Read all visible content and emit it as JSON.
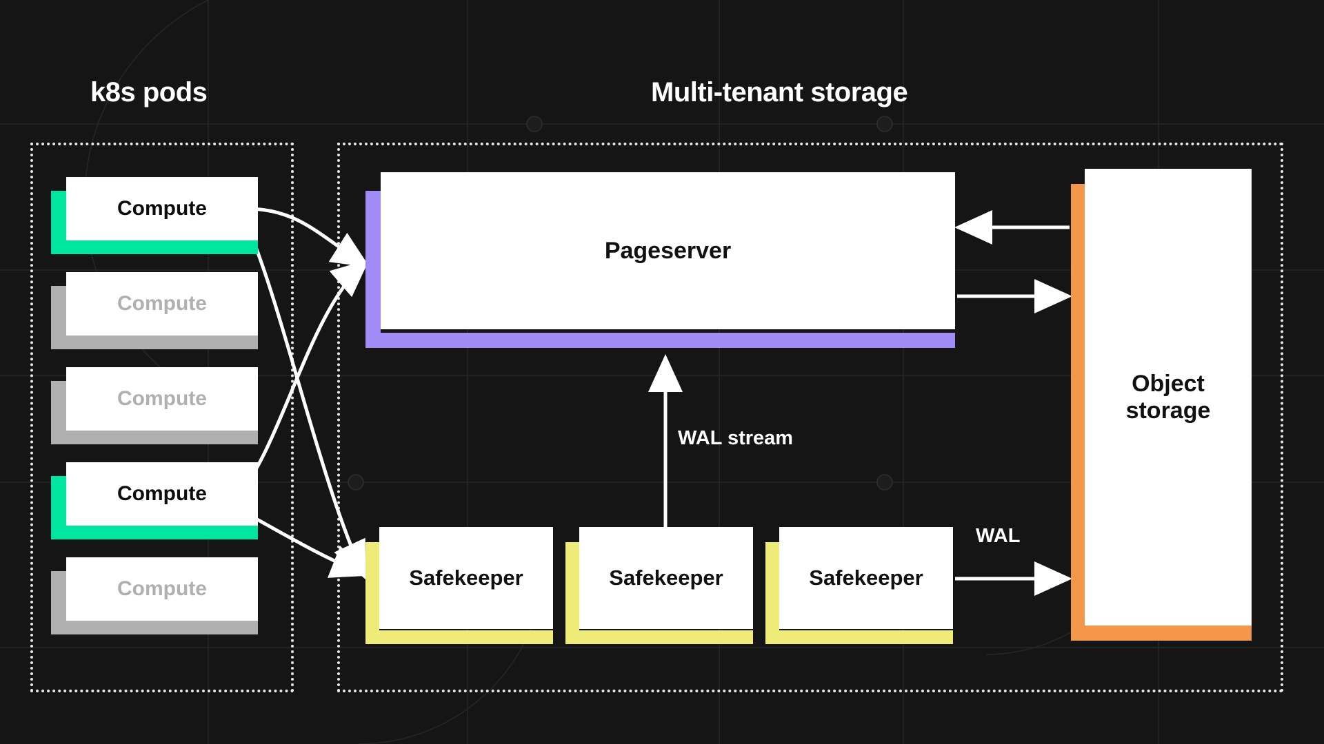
{
  "diagram": {
    "title_k8s": "k8s pods",
    "title_storage": "Multi-tenant storage",
    "background_color": "#151515",
    "colors": {
      "compute_active": "#00e5a0",
      "compute_idle": "#b0b0b0",
      "pageserver": "#a18cf5",
      "safekeeper": "#eeeb78",
      "object_storage": "#f5974a",
      "card": "#ffffff",
      "text_on_dark": "#ffffff"
    }
  },
  "k8s_pods": {
    "group_label": "k8s pods",
    "computes": [
      {
        "label": "Compute",
        "state": "active"
      },
      {
        "label": "Compute",
        "state": "idle"
      },
      {
        "label": "Compute",
        "state": "idle"
      },
      {
        "label": "Compute",
        "state": "active"
      },
      {
        "label": "Compute",
        "state": "idle"
      }
    ]
  },
  "storage": {
    "group_label": "Multi-tenant storage",
    "pageserver": {
      "label": "Pageserver"
    },
    "safekeepers": [
      {
        "label": "Safekeeper"
      },
      {
        "label": "Safekeeper"
      },
      {
        "label": "Safekeeper"
      }
    ],
    "object_storage": {
      "label": "Object\nstorage",
      "line1": "Object",
      "line2": "storage"
    }
  },
  "edges": {
    "wal_stream_label": "WAL stream",
    "wal_label": "WAL"
  }
}
